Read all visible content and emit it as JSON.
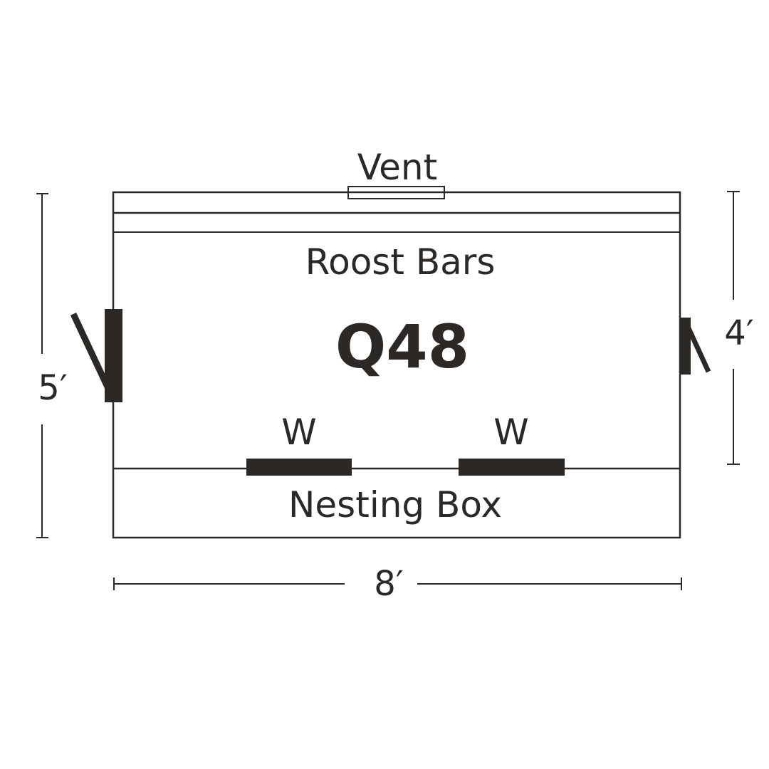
{
  "diagram": {
    "labels": {
      "vent": "Vent",
      "roost_bars": "Roost Bars",
      "model": "Q48",
      "window_left": "W",
      "window_right": "W",
      "nesting_box": "Nesting Box"
    },
    "dimensions": {
      "width": "8′",
      "left_height": "5′",
      "right_height": "4′"
    },
    "colors": {
      "ink": "#2b2826",
      "background": "#ffffff"
    }
  }
}
